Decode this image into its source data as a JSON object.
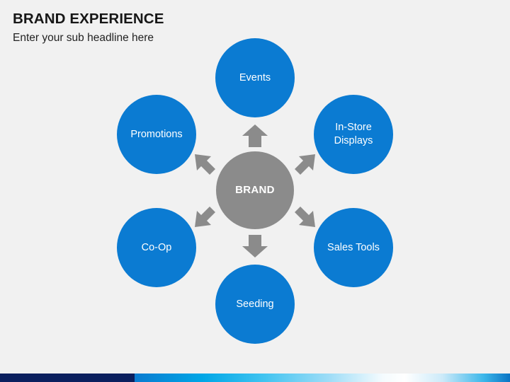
{
  "slide": {
    "background_color": "#f1f1f1",
    "title": "BRAND EXPERIENCE",
    "subtitle": "Enter your sub headline here"
  },
  "colors": {
    "node_blue": "#0b7bd2",
    "hub_gray": "#8b8b8b",
    "arrow_gray": "#8b8b8b",
    "title_text": "#171717",
    "subtitle_text": "#232323",
    "label_text": "#ffffff",
    "footer_navy": "#0b1f5e",
    "footer_cyan": "#00a6e6"
  },
  "diagram": {
    "type": "hub-and-spoke",
    "center": {
      "label": "BRAND",
      "shape": "circle",
      "color": "#8b8b8b"
    },
    "nodes": [
      {
        "id": "events",
        "label": "Events",
        "position": "top",
        "color": "#0b7bd2"
      },
      {
        "id": "instore",
        "label": "In-Store Displays",
        "position": "top-right",
        "color": "#0b7bd2"
      },
      {
        "id": "sales",
        "label": "Sales Tools",
        "position": "bottom-right",
        "color": "#0b7bd2"
      },
      {
        "id": "seeding",
        "label": "Seeding",
        "position": "bottom",
        "color": "#0b7bd2"
      },
      {
        "id": "coop",
        "label": "Co-Op",
        "position": "bottom-left",
        "color": "#0b7bd2"
      },
      {
        "id": "promotions",
        "label": "Promotions",
        "position": "top-left",
        "color": "#0b7bd2"
      }
    ],
    "arrows": [
      {
        "id": "arrow-up",
        "direction": "up",
        "points_to": "events"
      },
      {
        "id": "arrow-up-right",
        "direction": "up-right",
        "points_to": "instore"
      },
      {
        "id": "arrow-down-right",
        "direction": "down-right",
        "points_to": "sales"
      },
      {
        "id": "arrow-down",
        "direction": "down",
        "points_to": "seeding"
      },
      {
        "id": "arrow-down-left",
        "direction": "down-left",
        "points_to": "coop"
      },
      {
        "id": "arrow-up-left",
        "direction": "up-left",
        "points_to": "promotions"
      }
    ]
  },
  "footer": {
    "style": "gradient-bar"
  }
}
